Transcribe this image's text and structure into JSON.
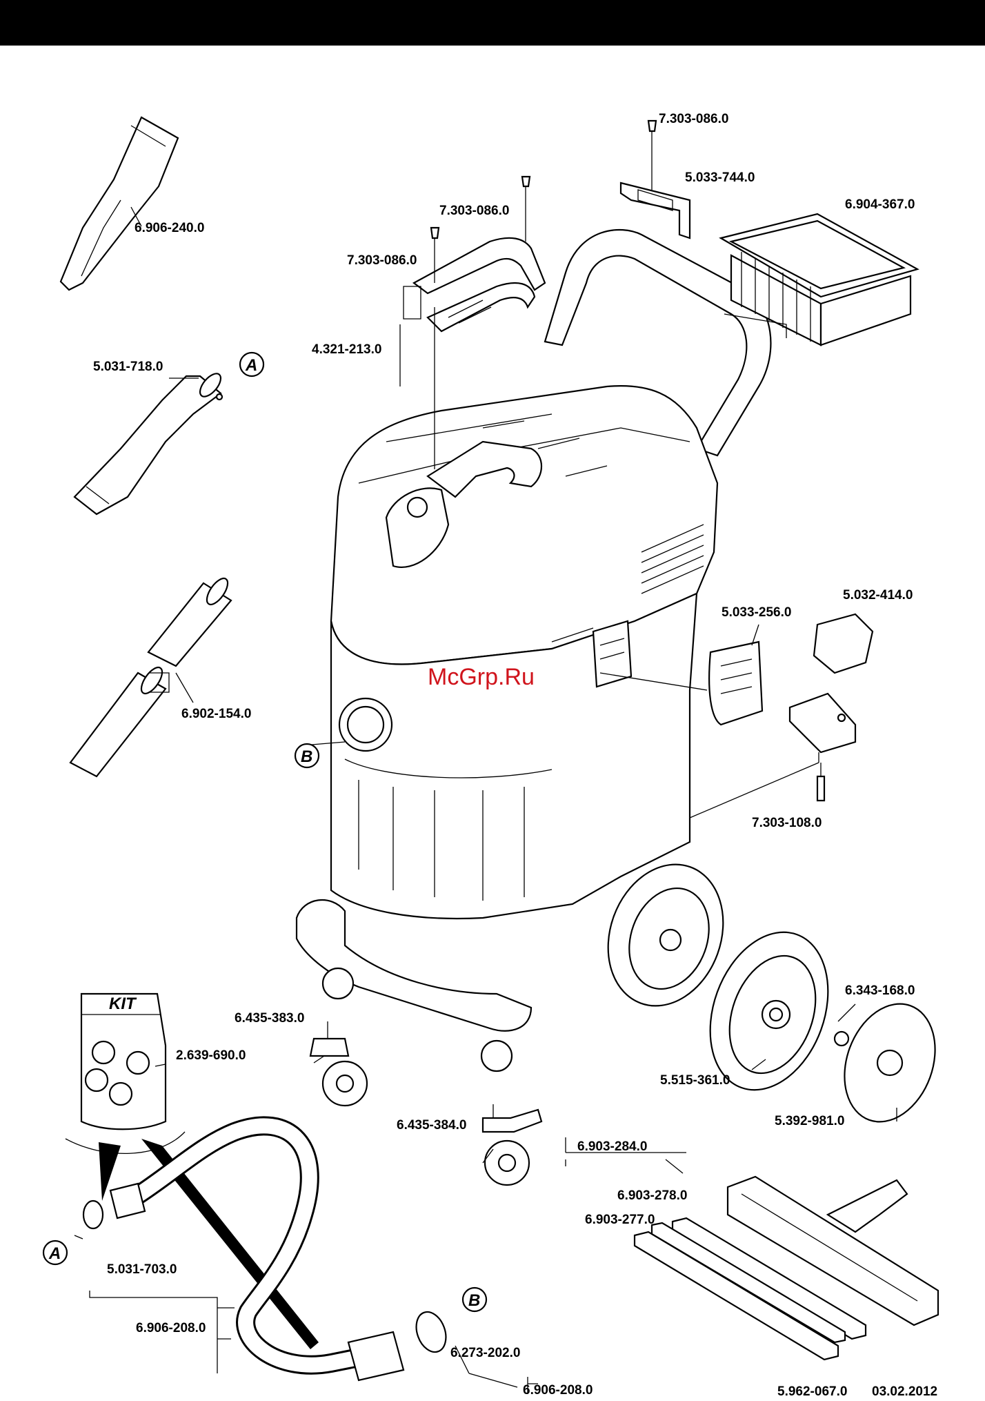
{
  "watermark": "McGrp.Ru",
  "footer": {
    "doc_number": "5.962-067.0",
    "date": "03.02.2012"
  },
  "kit_label": "KIT",
  "callouts": {
    "a": "A",
    "b": "B"
  },
  "parts": [
    "7.303-086.0",
    "5.033-744.0",
    "6.904-367.0",
    "7.303-086.0",
    "7.303-086.0",
    "4.321-213.0",
    "6.906-240.0",
    "5.031-718.0",
    "6.902-154.0",
    "5.033-256.0",
    "5.032-414.0",
    "7.303-108.0",
    "6.435-383.0",
    "2.639-690.0",
    "6.343-168.0",
    "5.515-361.0",
    "5.392-981.0",
    "6.435-384.0",
    "6.903-284.0",
    "6.903-278.0",
    "6.903-277.0",
    "5.031-703.0",
    "6.906-208.0",
    "6.273-202.0",
    "6.906-208.0"
  ],
  "icons": [
    "crevice-nozzle-icon",
    "bent-tube-icon",
    "extension-tube-icon",
    "vacuum-body-icon",
    "filter-cassette-icon",
    "wheel-icon",
    "caster-icon",
    "floor-nozzle-icon",
    "suction-hose-icon",
    "kit-bag-icon"
  ]
}
